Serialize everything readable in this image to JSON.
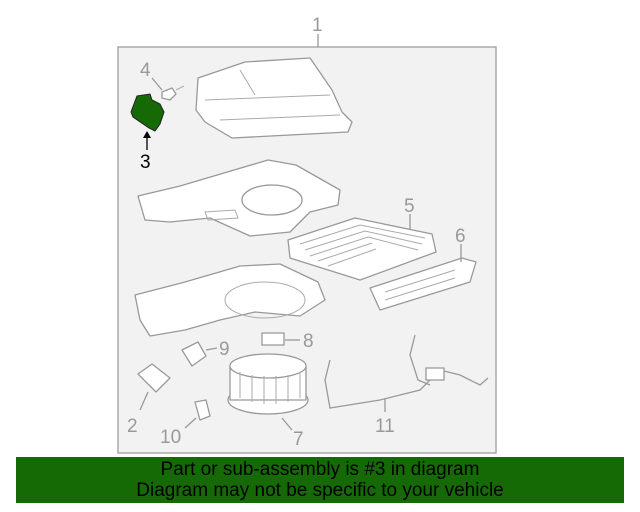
{
  "diagram": {
    "callouts": {
      "c1": "1",
      "c2": "2",
      "c3": "3",
      "c4": "4",
      "c5": "5",
      "c6": "6",
      "c7": "7",
      "c8": "8",
      "c9": "9",
      "c10": "10",
      "c11": "11"
    },
    "highlighted_part": "3",
    "colors": {
      "highlight": "#156a06",
      "frame_bg": "#f2f2f2",
      "line": "#999999"
    }
  },
  "banner": {
    "line1": "Part or sub-assembly is #3 in diagram",
    "line2": "Diagram may not be specific to your vehicle"
  }
}
